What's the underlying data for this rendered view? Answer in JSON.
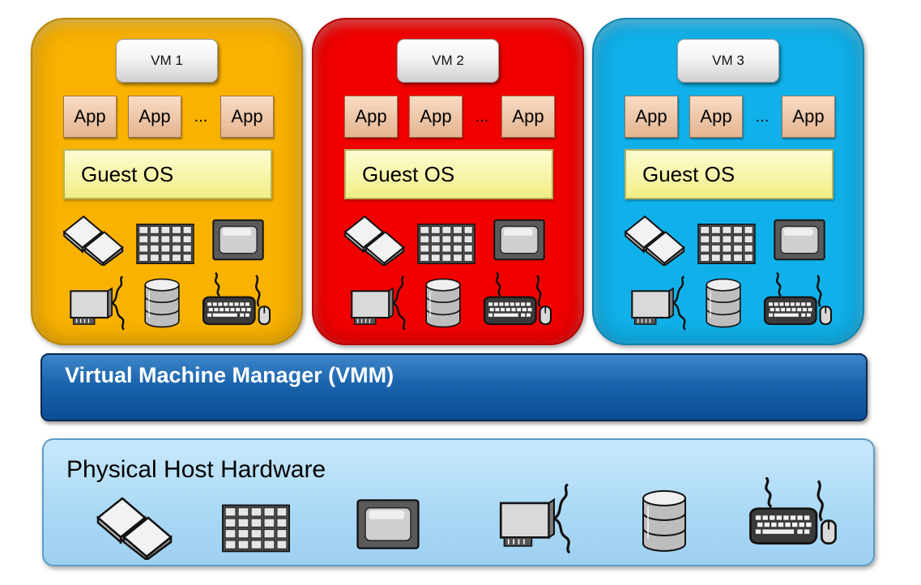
{
  "vms": [
    {
      "label": "VM 1",
      "color": "#f9b200",
      "apps": [
        "App",
        "App",
        "App"
      ],
      "ellipsis": "...",
      "os": "Guest OS"
    },
    {
      "label": "VM 2",
      "color": "#f20000",
      "apps": [
        "App",
        "App",
        "App"
      ],
      "ellipsis": "...",
      "os": "Guest OS"
    },
    {
      "label": "VM 3",
      "color": "#10b1ea",
      "apps": [
        "App",
        "App",
        "App"
      ],
      "ellipsis": "...",
      "os": "Guest OS"
    }
  ],
  "vmm": {
    "title": "Virtual Machine Manager (VMM)",
    "color": "#1a64ad"
  },
  "host": {
    "title": "Physical Host Hardware",
    "color": "#a9d8f5"
  },
  "hardware_icons": [
    "cpu-icon",
    "memory-icon",
    "display-icon",
    "network-icon",
    "disk-icon",
    "keyboard-icon"
  ]
}
